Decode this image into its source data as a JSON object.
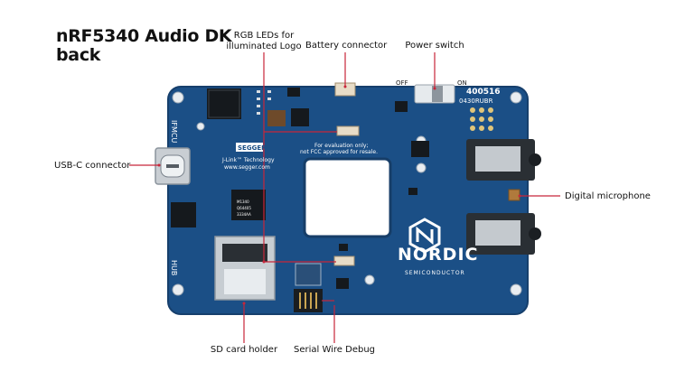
{
  "title_line1": "nRF5340 Audio DK",
  "title_line2": "back",
  "callouts": {
    "rgb_leds": "RGB LEDs for illuminated Logo",
    "battery": "Battery connector",
    "power_switch": "Power switch",
    "usb_c": "USB-C connector",
    "digital_mic": "Digital microphone",
    "sd_card": "SD card holder",
    "swd": "Serial Wire Debug"
  },
  "board": {
    "switch_off": "OFF",
    "switch_on": "ON",
    "board_id": "400516",
    "board_rev": "0430RUBR",
    "ifmcu": "IFMCU",
    "hub": "HUB",
    "segger": "SEGGER",
    "jlink": "J-Link™ Technology",
    "segger_url": "www.segger.com",
    "eval_note_1": "For evaluation only;",
    "eval_note_2": "not FCC approved for resale.",
    "nordic": "NORDIC",
    "semiconductor": "SEMICONDUCTOR"
  },
  "colors": {
    "board": "#1b4f86",
    "callout_line": "#c8263a"
  }
}
